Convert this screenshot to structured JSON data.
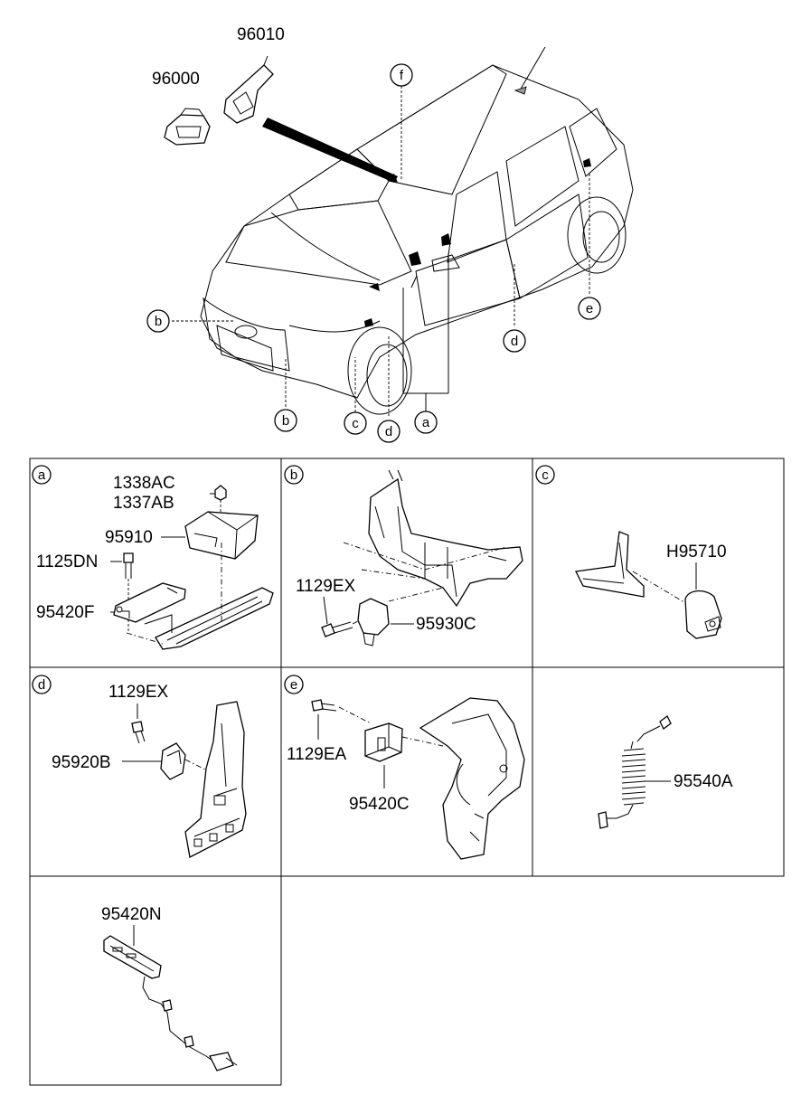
{
  "top": {
    "parts": {
      "p96010": "96010",
      "p96000": "96000"
    },
    "callouts": {
      "f": "f",
      "e": "e",
      "d_right": "d",
      "b_left": "b",
      "b_bottom": "b",
      "c_bottom": "c",
      "d_bottom": "d",
      "a_bottom": "a"
    }
  },
  "panels": {
    "a": {
      "letter": "a",
      "labels": [
        "1338AC",
        "1337AB",
        "95910",
        "1125DN",
        "95420F"
      ]
    },
    "b": {
      "letter": "b",
      "labels": [
        "1129EX",
        "95930C"
      ]
    },
    "c": {
      "letter": "c",
      "labels": [
        "H95710"
      ]
    },
    "d": {
      "letter": "d",
      "labels": [
        "1129EX",
        "95920B"
      ]
    },
    "e": {
      "letter": "e",
      "labels": [
        "1129EA",
        "95420C"
      ]
    },
    "f": {
      "labels": [
        "95540A"
      ]
    },
    "g": {
      "labels": [
        "95420N"
      ]
    }
  }
}
